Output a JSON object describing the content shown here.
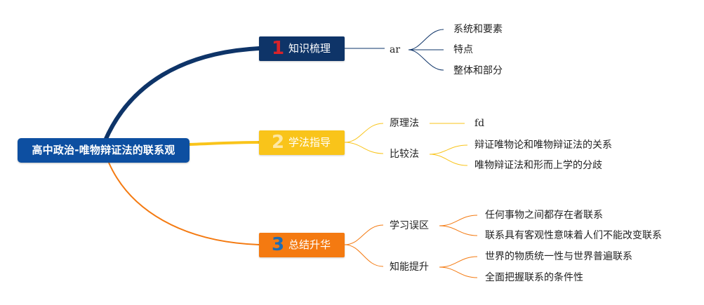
{
  "root": {
    "label": "高中政治-唯物辩证法的联系观"
  },
  "branches": [
    {
      "num": "1",
      "label": "知识梳理",
      "color": "#0e3468",
      "children": [
        {
          "label": "ar",
          "children": [
            "系统和要素",
            "特点",
            "整体和部分"
          ]
        }
      ]
    },
    {
      "num": "2",
      "label": "学法指导",
      "color": "#f9c41a",
      "children": [
        {
          "label": "原理法",
          "children": [
            "fd"
          ]
        },
        {
          "label": "比较法",
          "children": [
            "辩证唯物论和唯物辩证法的关系",
            "唯物辩证法和形而上学的分歧"
          ]
        }
      ]
    },
    {
      "num": "3",
      "label": "总结升华",
      "color": "#f47a11",
      "children": [
        {
          "label": "学习误区",
          "children": [
            "任何事物之间都存在者联系",
            "联系具有客观性意味着人们不能改变联系"
          ]
        },
        {
          "label": "知能提升",
          "children": [
            "世界的物质统一性与世界普遍联系",
            "全面把握联系的条件性"
          ]
        }
      ]
    }
  ]
}
